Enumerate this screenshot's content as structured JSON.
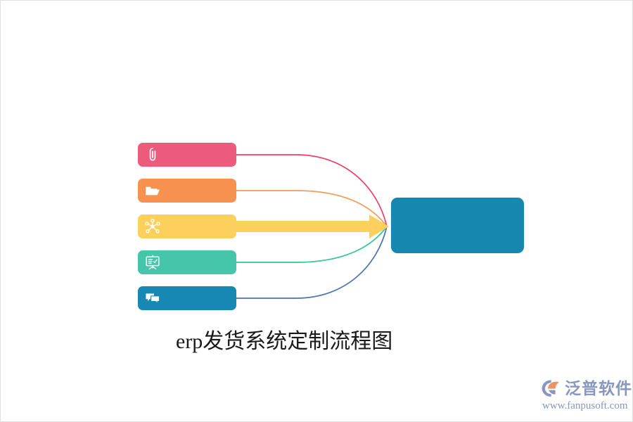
{
  "diagram": {
    "title": "erp发货系统定制流程图",
    "background_color": "#ffffff",
    "border_color": "#e2e2e2",
    "type": "converging-flow",
    "nodes": [
      {
        "id": "bar-0",
        "label": "",
        "icon": "paperclip-icon",
        "color": "#ec5b7b",
        "connector_color": "#e8426b"
      },
      {
        "id": "bar-1",
        "label": "",
        "icon": "folder-open-icon",
        "color": "#f7914f",
        "connector_color": "#f49a55"
      },
      {
        "id": "bar-2",
        "label": "",
        "icon": "network-hub-icon",
        "color": "#fdd05e",
        "connector_color": "#fdcf5f"
      },
      {
        "id": "bar-3",
        "label": "",
        "icon": "presentation-board-icon",
        "color": "#45c5a9",
        "connector_color": "#2ec49c"
      },
      {
        "id": "bar-4",
        "label": "",
        "icon": "chat-bubbles-icon",
        "color": "#1688b3",
        "connector_color": "#4a72b8"
      }
    ],
    "target": {
      "id": "target-box",
      "label": "",
      "color": "#1688b0"
    },
    "emphasis_connector": {
      "from": "bar-2",
      "to": "target-box",
      "style": "thick-arrow",
      "color": "#fdd05e"
    }
  },
  "watermark": {
    "brand": "泛普软件",
    "url": "www.fanpusoft.com",
    "color": "#8996bd",
    "mark_colors": [
      "#8996bd",
      "#e8956a"
    ]
  }
}
